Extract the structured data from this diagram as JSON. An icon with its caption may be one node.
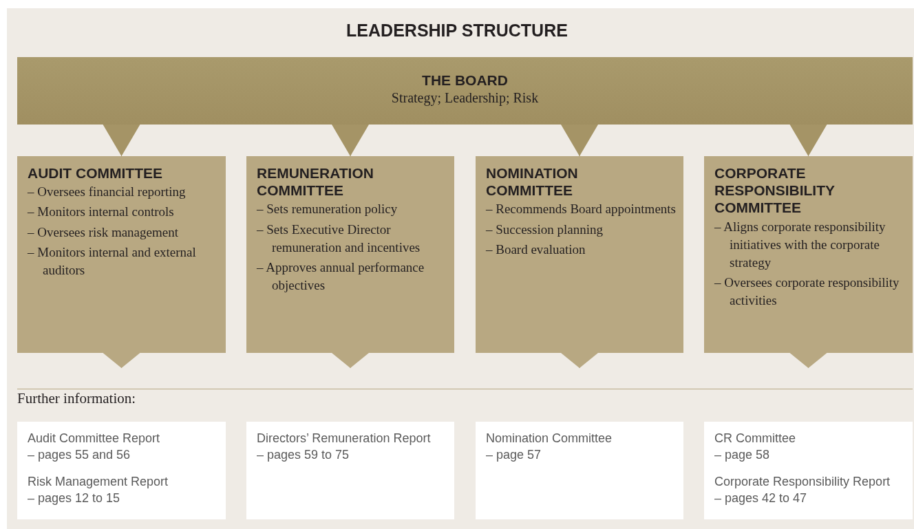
{
  "diagram": {
    "title": "LEADERSHIP STRUCTURE",
    "nodes": [
      {
        "text": [
          "THE BOARD",
          "Strategy; Leadership; Risk"
        ]
      },
      {
        "text": [
          "AUDIT COMMITTEE",
          "– Oversees financial reporting",
          "– Monitors internal controls",
          "– Oversees risk management",
          "– Monitors internal and external auditors"
        ]
      },
      {
        "text": [
          "REMUNERATION COMMITTEE",
          "– Sets remuneration policy",
          "– Sets Executive Director remuneration and incentives",
          "– Approves annual performance objectives"
        ]
      },
      {
        "text": [
          "NOMINATION COMMITTEE",
          "– Recommends Board appointments",
          "– Succession planning",
          "– Board evaluation"
        ]
      },
      {
        "text": [
          "CORPORATE RESPONSIBILITY COMMITTEE",
          "– Aligns corporate responsibility initiatives with the corporate strategy",
          "– Oversees corporate responsibility activities"
        ]
      },
      {
        "text": [
          "Audit Committee Report – pages 55 and 56",
          "Risk Management Report – pages 12 to 15"
        ]
      },
      {
        "text": [
          "Directors’ Remuneration Report – pages 59 to 75"
        ]
      },
      {
        "text": [
          "Nomination Committee – page 57"
        ]
      },
      {
        "text": [
          "CR Committee – page 58",
          "Corporate Responsibility Report – pages 42 to 47"
        ]
      }
    ],
    "edges": [
      {
        "from": 0,
        "to": 1,
        "arrow": "to",
        "color": "#a59466"
      },
      {
        "from": 0,
        "to": 2,
        "arrow": "to",
        "color": "#a59466"
      },
      {
        "from": 0,
        "to": 3,
        "arrow": "to",
        "color": "#a59466"
      },
      {
        "from": 0,
        "to": 4,
        "arrow": "to",
        "color": "#a59466"
      },
      {
        "from": 1,
        "to": null,
        "arrow": "to",
        "color": "#b8a882"
      },
      {
        "from": 2,
        "to": null,
        "arrow": "to",
        "color": "#b8a882"
      },
      {
        "from": 3,
        "to": null,
        "arrow": "to",
        "color": "#b8a882"
      },
      {
        "from": 4,
        "to": null,
        "arrow": "to",
        "color": "#b8a882"
      }
    ],
    "labels": [
      "Further information:"
    ]
  }
}
